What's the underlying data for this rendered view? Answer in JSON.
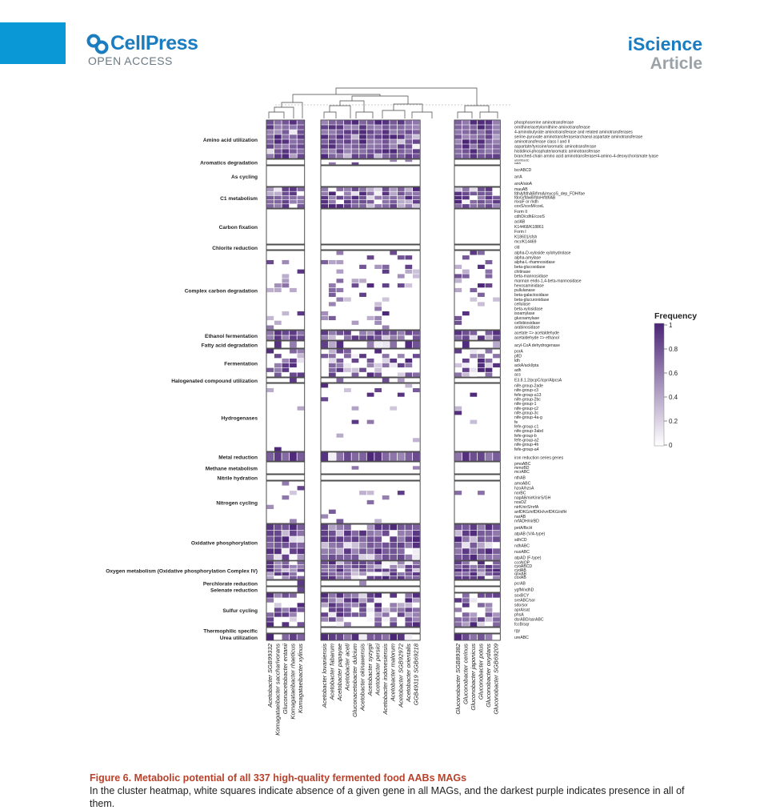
{
  "header": {
    "publisher": "CellPress",
    "publisher_sub": "OPEN ACCESS",
    "journal": "iScience",
    "article_type": "Article"
  },
  "colors": {
    "brand_blue": "#1b7dc0",
    "accent_block": "#0a98d6",
    "caption_red": "#b8412b",
    "heat_high": "#4b2577",
    "heat_low": "#f3eef8"
  },
  "legend": {
    "title": "Frequency",
    "ticks": [
      "1",
      "0.8",
      "0.6",
      "0.4",
      "0.2",
      "0"
    ]
  },
  "species": {
    "group1": [
      "Acetobacter SGB99332",
      "Komagataeibacter saccharivorans",
      "Gluconacetobacter entanii",
      "Komagataeibacter rhaeticus",
      "Komagataeibacter xylinus"
    ],
    "group2": [
      "Acetobacter lovaniensis",
      "Acetobacter fabarum",
      "Acetobacter papayae",
      "Acetobacter aceti",
      "Gluconacetobacter dulcium",
      "Acetobacter okinawensis",
      "Acetobacter syzygii",
      "Acetobacter persici",
      "Acetobacter indonesiensis",
      "Acetobacter malorum",
      "Acetobacter SGB92972",
      "Acetobacter orientalis",
      "GGB49319 SGB69218"
    ],
    "group3": [
      "Gluconobacter SGB89382",
      "Gluconobacter cerinus",
      "Gluconobacter japonicus",
      "Gluconobacter potus",
      "Gluconobacter oxydans",
      "Gluconobacter SGB69209"
    ]
  },
  "chart_data": {
    "type": "heatmap",
    "title": "",
    "value_label": "Frequency",
    "value_range": [
      0,
      1
    ],
    "categories": [
      {
        "name": "Amino acid utilization",
        "genes": [
          "phosphoserine aminotransferase",
          "ornithine/acetylornithine aminotransferase",
          "4-aminobutyrate aminotransferase and related aminotransferases",
          "serine-pyruvate aminotransferase/archaeal aspartate aminotransferase",
          "aminotransferase class I and II",
          "aspartate/tyrosine/aromatic aminotransferase",
          "histidinol-phosphate/aromatic aminotransferase",
          "branched-chain amino acid aminotransferase/4-amino-4-deoxychorismate lyase"
        ]
      },
      {
        "name": "Aromatics degradation",
        "genes": [
          "ubiX/bsdC",
          "catA"
        ]
      },
      {
        "name": "As cycling",
        "genes": [
          "bcrABCD",
          "arrA",
          "arxA/aioA"
        ]
      },
      {
        "name": "C1 metabolism",
        "genes": [
          "mauAB",
          "fdhA/fdhAB/frmA/mycoS_dep_FDH/fae",
          "fdoG/fdwB/fdoH/fdhAB",
          "mxaF or mdh",
          "coxS/coxM/coxL"
        ]
      },
      {
        "name": "Carbon fixation",
        "genes": [
          "Form II",
          "cdhD/cdhE/cooS",
          "aclAB",
          "K14468/K18861",
          "Form I",
          "K18601/sfsh",
          "mcr/K14469"
        ]
      },
      {
        "name": "Chlorite reduction",
        "genes": [
          "cld"
        ]
      },
      {
        "name": "Complex carbon degradation",
        "genes": [
          "alpha-D-xyloside xylohydrolase",
          "alpha-amylase",
          "alpha-L-rhamnosidase",
          "beta-glucosidase",
          "chitinase",
          "beta-mannosidase",
          "mannan endo-1,4-beta-mannosidase",
          "hexosaminidase",
          "pullulanase",
          "beta-galactosidase",
          "beta-glucuronidase",
          "cellulase",
          "beta-xylosidase",
          "isoamylase",
          "glucoamylase",
          "cellobiosidase",
          "arabinosidase"
        ]
      },
      {
        "name": "Ethanol fermentation",
        "genes": [
          "acetate => acetaldehyde",
          "acetaldehyde => ethanol"
        ]
      },
      {
        "name": "Fatty acid degradation",
        "genes": [
          "acyl-CoA dehydrogenase"
        ]
      },
      {
        "name": "Fermentation",
        "genes": [
          "porA",
          "pflD",
          "ldh",
          "ackA/ackl/pta",
          "adh",
          "acs"
        ]
      },
      {
        "name": "Halogenated compound utilization",
        "genes": [
          "E3.8.1.2/pcpC/icpr/AlpcsA"
        ]
      },
      {
        "name": "Hydrogenases",
        "genes": [
          "nife-group-2ade",
          "nife-group-c3",
          "fefe-group-a13",
          "nife-group-2bc",
          "nife-group-1",
          "nife-group-c2",
          "nife-group-3c",
          "nife-group-4a-g",
          "fe",
          "fefe-group-c1",
          "nife-group-3abd",
          "fefe-group-b",
          "fefe-group-a2",
          "nife-group-4h",
          "fefe-group-a4"
        ]
      },
      {
        "name": "Metal reduction",
        "genes": [
          "iron reduction series genes"
        ]
      },
      {
        "name": "Methane metabolism",
        "genes": [
          "pmoABC",
          "mmoBD",
          "mcrABC"
        ]
      },
      {
        "name": "Nitrile hydration",
        "genes": [
          "nthAB"
        ]
      },
      {
        "name": "Nitrogen cycling",
        "genes": [
          "amoABC",
          "hzoA/hzsA",
          "norBC",
          "napAB/nirK/nirS/GH",
          "nosDZ",
          "nirK/nirS/nrfA",
          "anfDKG/nifDKH/vnfDKG/nifH",
          "narAB",
          "nrfADH/nirBD"
        ]
      },
      {
        "name": "Oxidative phosphorylation",
        "genes": [
          "petA/fbcH",
          "atpAB (V/A-type)",
          "sdhCD",
          "ndhABC",
          "nuoABC",
          "atpAD (F-type)"
        ]
      },
      {
        "name": "Oxygen metabolism (Oxidative phosphorylation Complex IV)",
        "genes": [
          "ccoNOP",
          "cyoABCD",
          "cydAB",
          "qoxAB",
          "coxAB"
        ]
      },
      {
        "name": "Perchlorate reduction",
        "genes": [
          "pcrAB"
        ]
      },
      {
        "name": "Selenate reduction",
        "genes": [
          "ygfM/xdhD"
        ]
      },
      {
        "name": "Sulfur cycling",
        "genes": [
          "soxBCY",
          "sreABC/sor",
          "sdo/sor",
          "aprA/sat",
          "phsA",
          "dsrABD/asrABC",
          "fccB/sqr"
        ]
      },
      {
        "name": "Thermophilic specific",
        "genes": [
          "rgy"
        ]
      },
      {
        "name": "Urea utilization",
        "genes": [
          "ureABC"
        ]
      }
    ]
  },
  "caption": {
    "title": "Figure 6. Metabolic potential of all 337 high-quality fermented food AABs MAGs",
    "text": "In the cluster heatmap, white squares indicate absence of a given gene in all MAGs, and the darkest purple indicates presence in all of them."
  }
}
